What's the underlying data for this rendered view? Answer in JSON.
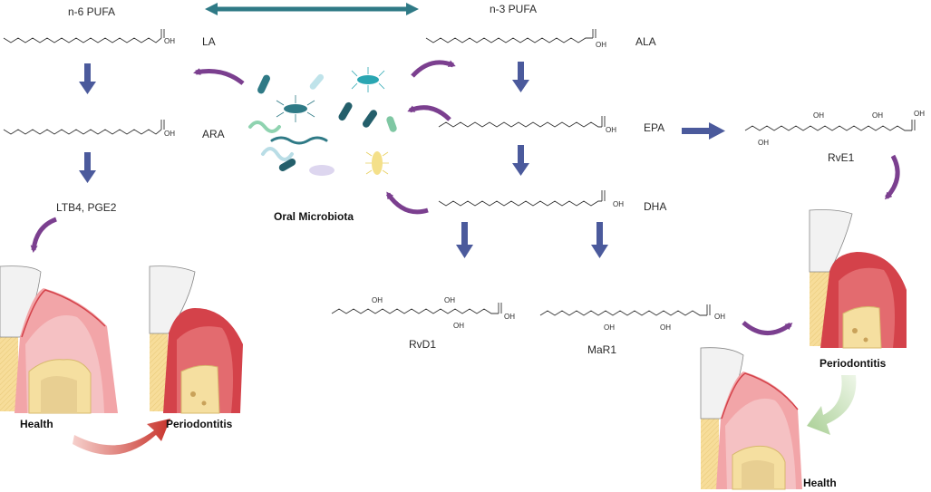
{
  "header": {
    "n6_title": "n-6 PUFA",
    "n3_title": "n-3 PUFA"
  },
  "molecules": {
    "la": "LA",
    "ara": "ARA",
    "ala": "ALA",
    "epa": "EPA",
    "dha": "DHA",
    "rve1": "RvE1",
    "rvd1": "RvD1",
    "mar1": "MaR1",
    "oh": "OH"
  },
  "mediators": "LTB4, PGE2",
  "microbiota_label": "Oral Microbiota",
  "states": {
    "health_left": "Health",
    "periodontitis_left": "Periodontitis",
    "periodontitis_right": "Periodontitis",
    "health_right": "Health"
  },
  "colors": {
    "blue_arrow": "#4b5a9c",
    "teal_arrow": "#2f7a86",
    "purple_arrow": "#7b3f8f",
    "red_arrow": "#c8332b",
    "green_arrow": "#b9d8a8",
    "gum_healthy": "#f2a5a8",
    "gum_inflamed": "#d4424a",
    "tooth_root": "#f5dfa0",
    "enamel": "#f2f2f2"
  },
  "icons": [
    "double-arrow-icon",
    "down-arrow-icon",
    "curved-arrow-icon",
    "bacteria-icon",
    "tooth-icon"
  ]
}
